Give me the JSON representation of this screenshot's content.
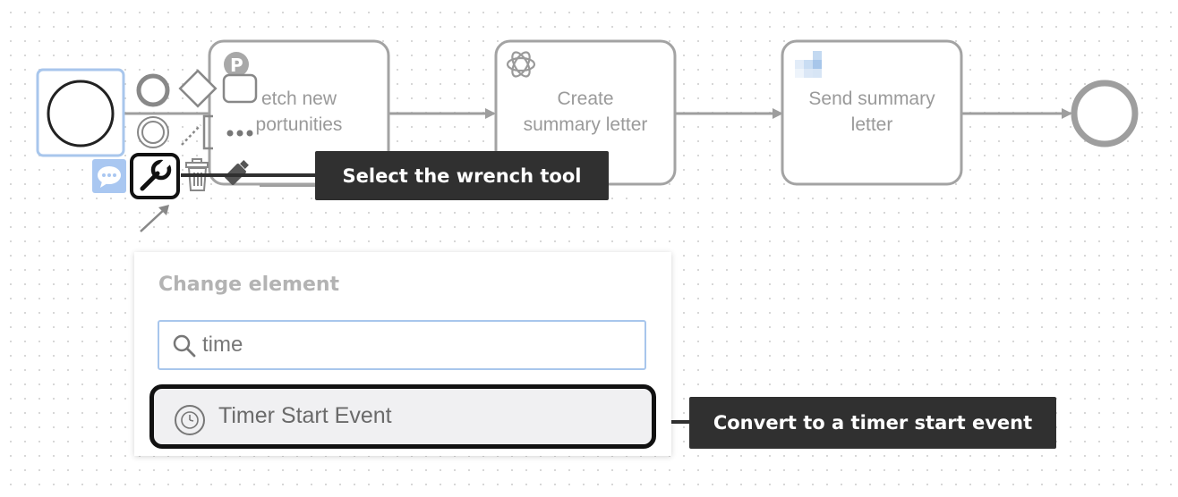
{
  "diagram": {
    "tasks": [
      {
        "id": "fetch",
        "label_line1": "etch new",
        "label_line2": "portunities",
        "icon": "p-badge-icon"
      },
      {
        "id": "create",
        "label_line1": "Create",
        "label_line2": "summary letter",
        "icon": "openai-icon"
      },
      {
        "id": "send",
        "label_line1": "Send summary",
        "label_line2": "letter",
        "icon": "pixel-grid-icon"
      }
    ]
  },
  "callouts": {
    "wrench": "Select the wrench tool",
    "timer": "Convert to a timer start event"
  },
  "popup": {
    "title": "Change element",
    "search_value": "time",
    "result_label": "Timer Start Event"
  },
  "colors": {
    "selection": "#a8c6ec",
    "callout_bg": "#303030",
    "shape_stroke": "#9e9e9e"
  }
}
